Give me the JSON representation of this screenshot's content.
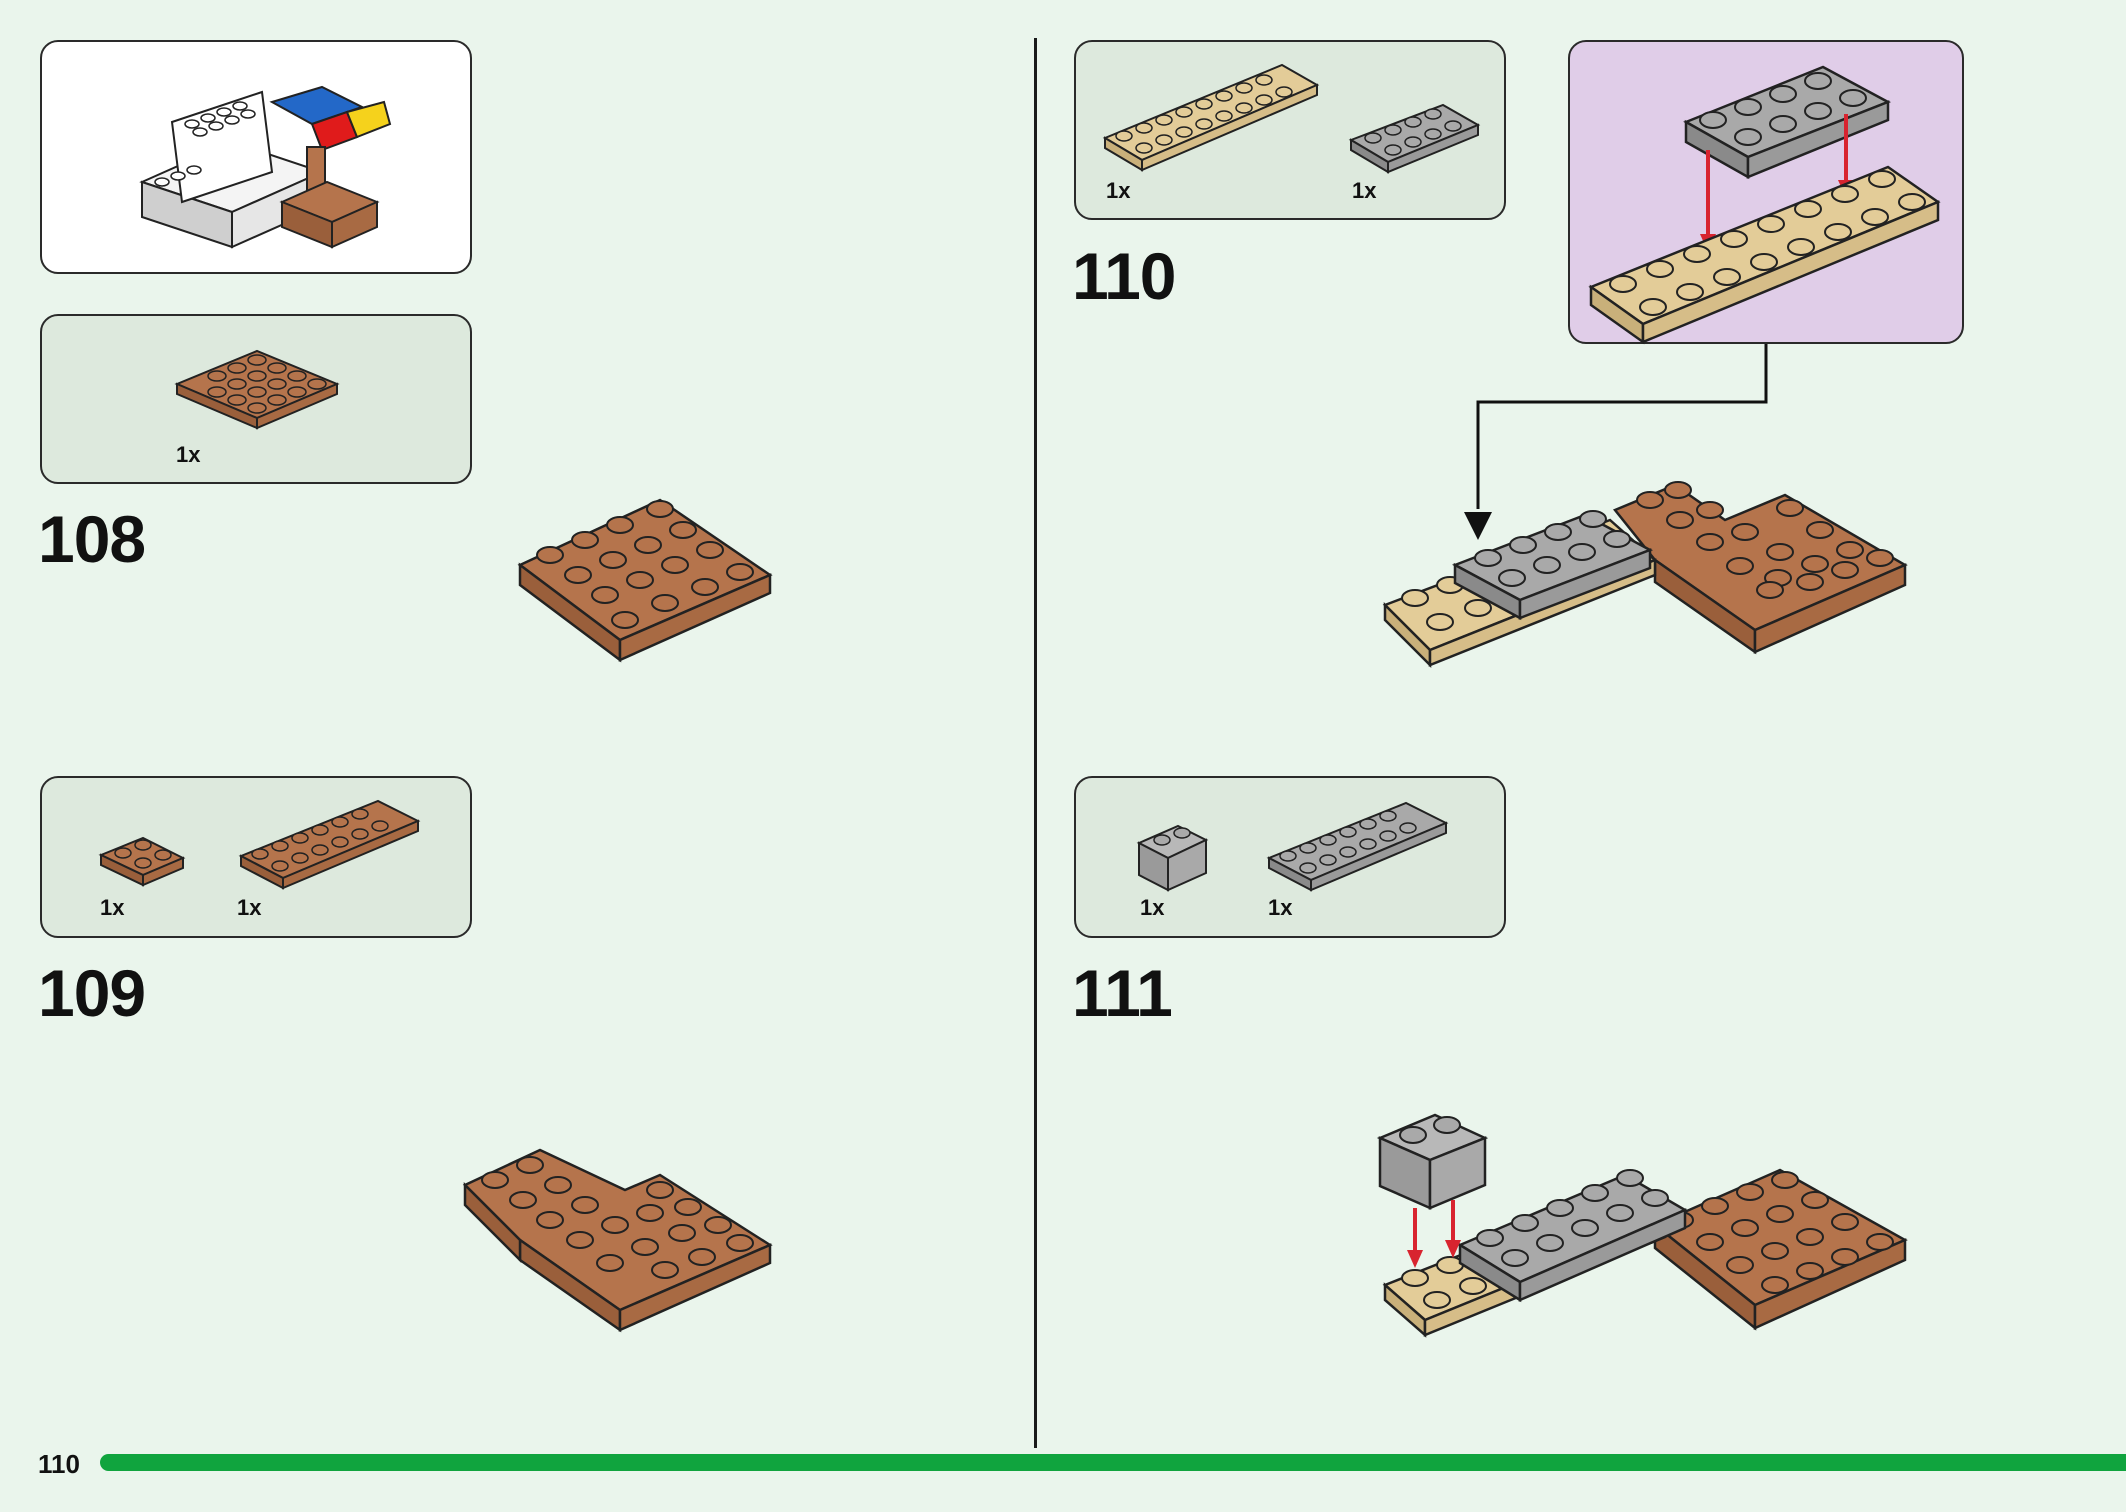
{
  "page_number": "110",
  "colors": {
    "page_bg": "#eaf5ec",
    "parts_panel_bg": "#dde9dd",
    "callout_bg": "#e0cde8",
    "progress_bar": "#10a43e",
    "brick_brown": "#b5744c",
    "brick_tan": "#e3cc98",
    "brick_gray": "#a9a9a9",
    "brick_white": "#f4f4f4",
    "arrow_red": "#d8242f"
  },
  "steps": [
    {
      "number": "108",
      "parts": [
        {
          "qty": "1x",
          "part": "brown 4x4 plate"
        }
      ]
    },
    {
      "number": "109",
      "parts": [
        {
          "qty": "1x",
          "part": "brown 2x2 plate"
        },
        {
          "qty": "1x",
          "part": "brown 2x6 plate"
        }
      ]
    },
    {
      "number": "110",
      "parts": [
        {
          "qty": "1x",
          "part": "tan 2x8 plate"
        },
        {
          "qty": "1x",
          "part": "gray 2x4 plate"
        }
      ]
    },
    {
      "number": "111",
      "parts": [
        {
          "qty": "1x",
          "part": "gray 1x2 brick"
        },
        {
          "qty": "1x",
          "part": "gray 2x6 plate"
        }
      ]
    }
  ]
}
